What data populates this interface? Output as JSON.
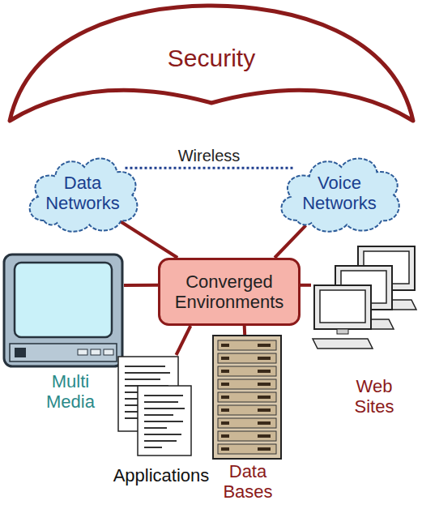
{
  "diagram": {
    "nodes": [
      {
        "text": [
          "Security"
        ]
      },
      {
        "text": [
          "Data Networks"
        ]
      },
      {
        "text": [
          "Voice Networks"
        ]
      },
      {
        "text": [
          "Multi Media"
        ]
      },
      {
        "text": [
          "Converged Environments"
        ]
      },
      {
        "text": [
          "Web Sites"
        ]
      },
      {
        "text": [
          "Applications"
        ]
      },
      {
        "text": [
          "Data Bases"
        ]
      }
    ],
    "edges": [
      {
        "from": 1,
        "to": 2,
        "label": "Wireless",
        "arrow": "none"
      },
      {
        "from": 4,
        "to": 1,
        "arrow": "none"
      },
      {
        "from": 4,
        "to": 2,
        "arrow": "none"
      },
      {
        "from": 4,
        "to": 3,
        "arrow": "none"
      },
      {
        "from": 4,
        "to": 5,
        "arrow": "none"
      },
      {
        "from": 4,
        "to": 6,
        "arrow": "none"
      },
      {
        "from": 4,
        "to": 7,
        "arrow": "none"
      }
    ]
  }
}
